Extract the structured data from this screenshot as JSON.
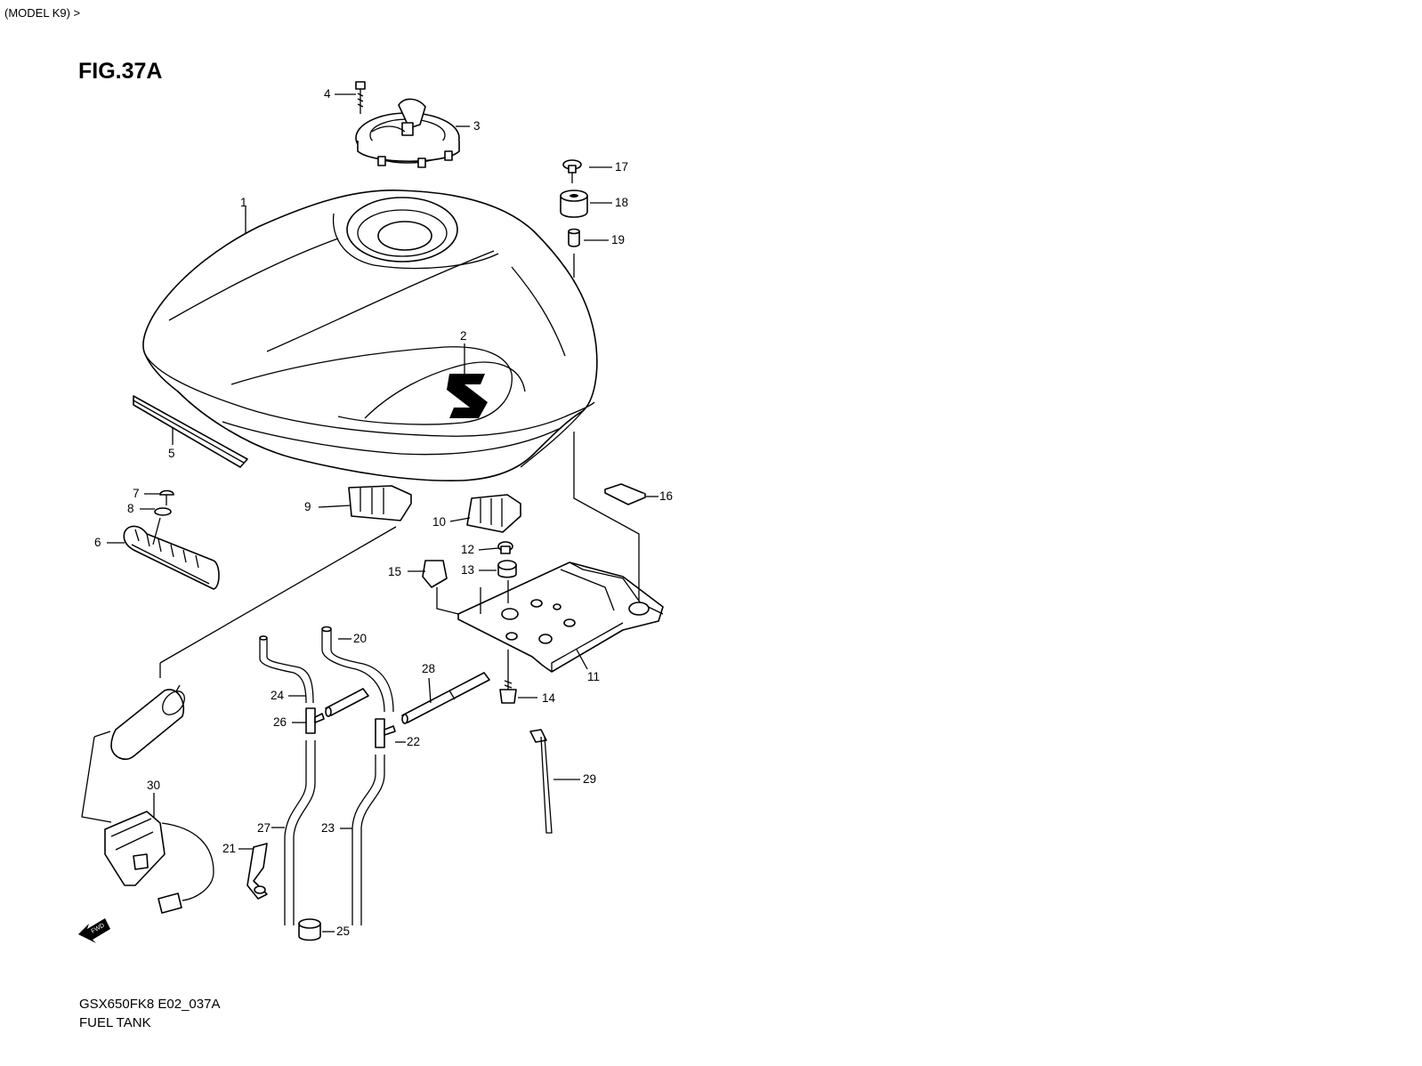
{
  "header": {
    "model": "(MODEL K9) >"
  },
  "figure": {
    "title": "FIG.37A",
    "code": "GSX650FK8 E02_037A",
    "name": "FUEL TANK",
    "fwd_label": "FWD"
  },
  "parts": [
    {
      "id": "part-1",
      "label": "1"
    },
    {
      "id": "part-2",
      "label": "2"
    },
    {
      "id": "part-3",
      "label": "3"
    },
    {
      "id": "part-4",
      "label": "4"
    },
    {
      "id": "part-5",
      "label": "5"
    },
    {
      "id": "part-6",
      "label": "6"
    },
    {
      "id": "part-7",
      "label": "7"
    },
    {
      "id": "part-8",
      "label": "8"
    },
    {
      "id": "part-9",
      "label": "9"
    },
    {
      "id": "part-10",
      "label": "10"
    },
    {
      "id": "part-11",
      "label": "11"
    },
    {
      "id": "part-12",
      "label": "12"
    },
    {
      "id": "part-13",
      "label": "13"
    },
    {
      "id": "part-14",
      "label": "14"
    },
    {
      "id": "part-15",
      "label": "15"
    },
    {
      "id": "part-16",
      "label": "16"
    },
    {
      "id": "part-17",
      "label": "17"
    },
    {
      "id": "part-18",
      "label": "18"
    },
    {
      "id": "part-19",
      "label": "19"
    },
    {
      "id": "part-20",
      "label": "20"
    },
    {
      "id": "part-21",
      "label": "21"
    },
    {
      "id": "part-22",
      "label": "22"
    },
    {
      "id": "part-23",
      "label": "23"
    },
    {
      "id": "part-24",
      "label": "24"
    },
    {
      "id": "part-25",
      "label": "25"
    },
    {
      "id": "part-26",
      "label": "26"
    },
    {
      "id": "part-27",
      "label": "27"
    },
    {
      "id": "part-28",
      "label": "28"
    },
    {
      "id": "part-29",
      "label": "29"
    },
    {
      "id": "part-30",
      "label": "30"
    }
  ]
}
